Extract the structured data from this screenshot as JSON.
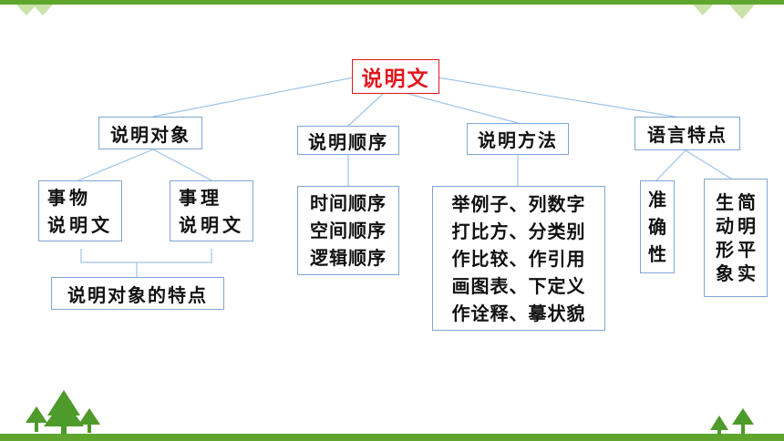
{
  "root": "说明文",
  "level1": {
    "object": "说明对象",
    "order": "说明顺序",
    "method": "说明方法",
    "language": "语言特点"
  },
  "objects": {
    "thing": [
      "事物",
      "说明文"
    ],
    "reason": [
      "事理",
      "说明文"
    ],
    "features": "说明对象的特点"
  },
  "orders": [
    "时间顺序",
    "空间顺序",
    "逻辑顺序"
  ],
  "methods": [
    "举例子、列数字",
    "打比方、分类别",
    "作比较、作引用",
    "画图表、下定义",
    "作诠释、摹状貌"
  ],
  "language_traits": {
    "accurate": [
      "准",
      "确",
      "性"
    ],
    "vivid": [
      "生",
      "动",
      "形",
      "象"
    ],
    "plain": [
      "简",
      "明",
      "平",
      "实"
    ]
  },
  "colors": {
    "theme_green": "#5fa52e",
    "title_red": "#e3161d",
    "box_border": "#7ea6d3",
    "connector": "#9ec3e6"
  }
}
